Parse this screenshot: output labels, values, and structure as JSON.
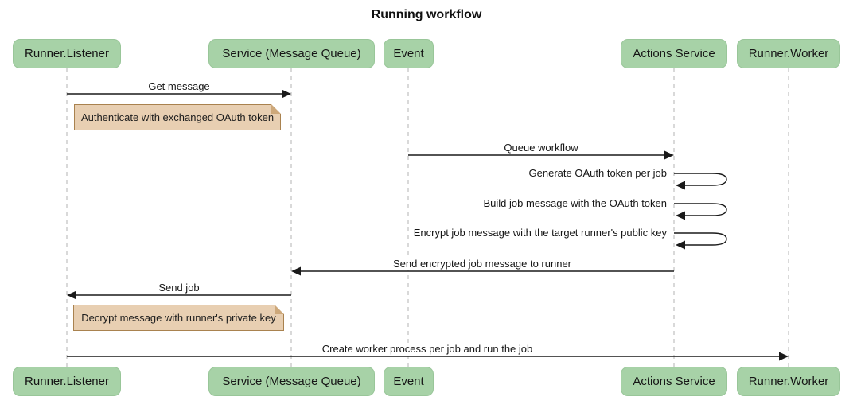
{
  "title": "Running workflow",
  "diagram_type": "sequence",
  "actors": [
    {
      "id": "runner-listener",
      "label": "Runner.Listener"
    },
    {
      "id": "service-mq",
      "label": "Service (Message Queue)"
    },
    {
      "id": "event",
      "label": "Event"
    },
    {
      "id": "actions-service",
      "label": "Actions Service"
    },
    {
      "id": "runner-worker",
      "label": "Runner.Worker"
    }
  ],
  "messages": [
    {
      "kind": "arrow",
      "from": "Runner.Listener",
      "to": "Service (Message Queue)",
      "label": "Get message"
    },
    {
      "kind": "note",
      "over": "Runner.Listener",
      "label": "Authenticate with exchanged OAuth token"
    },
    {
      "kind": "arrow",
      "from": "Event",
      "to": "Actions Service",
      "label": "Queue workflow"
    },
    {
      "kind": "self",
      "from": "Actions Service",
      "to": "Actions Service",
      "label": "Generate OAuth token per job"
    },
    {
      "kind": "self",
      "from": "Actions Service",
      "to": "Actions Service",
      "label": "Build job message with the OAuth token"
    },
    {
      "kind": "self",
      "from": "Actions Service",
      "to": "Actions Service",
      "label": "Encrypt job message with the target runner's public key"
    },
    {
      "kind": "arrow",
      "from": "Actions Service",
      "to": "Service (Message Queue)",
      "label": "Send encrypted job message to runner"
    },
    {
      "kind": "arrow",
      "from": "Service (Message Queue)",
      "to": "Runner.Listener",
      "label": "Send job"
    },
    {
      "kind": "note",
      "over": "Runner.Listener",
      "label": "Decrypt message with runner's private key"
    },
    {
      "kind": "arrow",
      "from": "Runner.Listener",
      "to": "Runner.Worker",
      "label": "Create worker process per job and run the job"
    }
  ],
  "colors": {
    "actor_fill": "#a7d2a7",
    "actor_border": "#99c699",
    "note_fill": "#e8cfb2",
    "note_border": "#a9824f",
    "line": "#1a1a1a",
    "lifeline": "#b3b3b3",
    "background": "#ffffff",
    "text": "#161616"
  }
}
